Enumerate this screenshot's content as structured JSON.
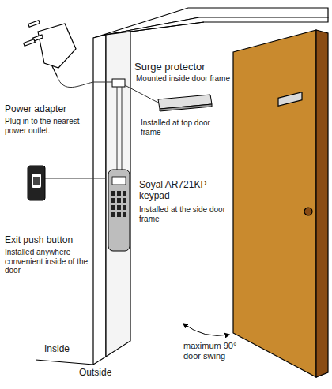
{
  "diagram": {
    "labels": [
      "Surge protector",
      "Mounted inside door frame",
      "Power adapter",
      "Plug in to the nearest power outlet.",
      "Installed at top door frame",
      "Soyal AR721KP keypad",
      "Installed at the side door frame",
      "Exit push button",
      "Installed anywhere convenient inside of the door",
      "maximum 90° door swing",
      "Inside",
      "Outside"
    ]
  }
}
